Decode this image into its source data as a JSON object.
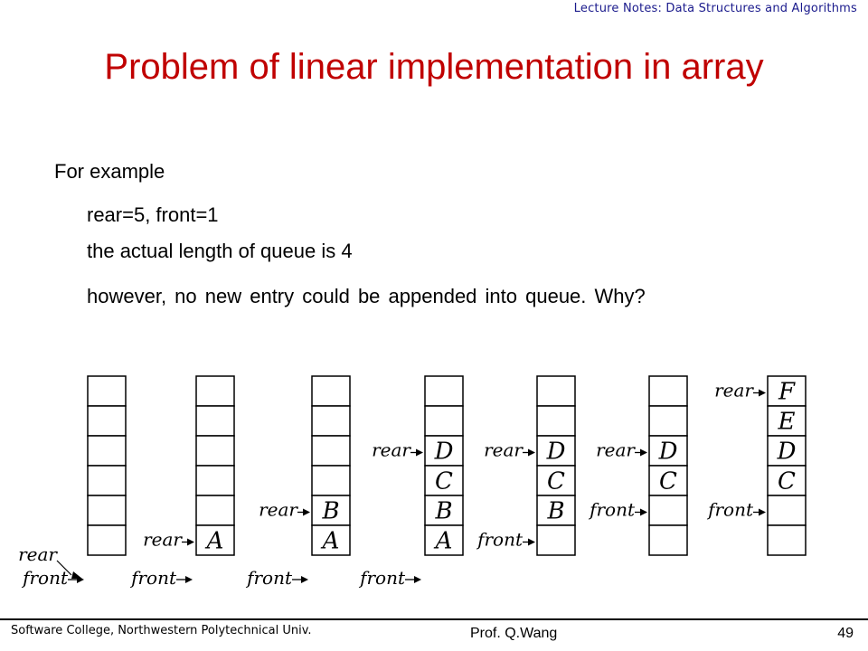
{
  "header": {
    "course": "Lecture Notes: Data Structures and Algorithms"
  },
  "title": "Problem of linear implementation in array",
  "body": {
    "line0": "For example",
    "line1": "rear=5, front=1",
    "line2": "the actual length of queue is 4",
    "line3": "however, no new entry could be appended into queue. Why?"
  },
  "diagram": {
    "labels": {
      "rear": "rear",
      "front": "front"
    },
    "queues": [
      {
        "cells": [
          "",
          "",
          "",
          "",
          "",
          ""
        ],
        "rear_index": -1,
        "front_index": -1
      },
      {
        "cells": [
          "",
          "",
          "",
          "",
          "",
          "A"
        ],
        "rear_index": 5,
        "front_index": -1
      },
      {
        "cells": [
          "",
          "",
          "",
          "",
          "B",
          "A"
        ],
        "rear_index": 4,
        "front_index": -1
      },
      {
        "cells": [
          "",
          "",
          "D",
          "C",
          "B",
          "A"
        ],
        "rear_index": 2,
        "front_index": -1
      },
      {
        "cells": [
          "",
          "",
          "D",
          "C",
          "B",
          ""
        ],
        "rear_index": 2,
        "front_index": 5
      },
      {
        "cells": [
          "",
          "",
          "D",
          "C",
          "",
          ""
        ],
        "rear_index": 2,
        "front_index": 4
      },
      {
        "cells": [
          "F",
          "E",
          "D",
          "C",
          "",
          ""
        ],
        "rear_index": 0,
        "front_index": 4
      }
    ]
  },
  "footer": {
    "school": "Software College, Northwestern Polytechnical Univ.",
    "author": "Prof. Q.Wang",
    "page": "49"
  },
  "colors": {
    "title": "#c00000",
    "header": "#1a1a8c"
  }
}
